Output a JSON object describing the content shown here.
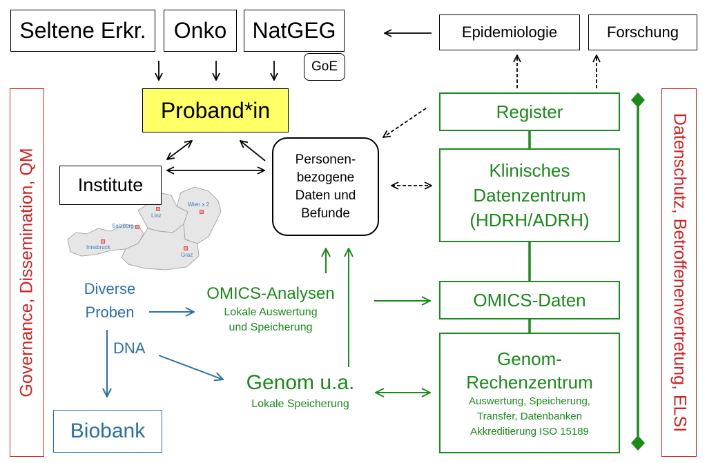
{
  "top_sources": [
    {
      "label": "Seltene Erkr."
    },
    {
      "label": "Onko"
    },
    {
      "label": "NatGEG"
    }
  ],
  "goe_badge": "GoE",
  "outputs": [
    {
      "label": "Epidemiologie"
    },
    {
      "label": "Forschung"
    }
  ],
  "proband": "Proband*in",
  "institute": "Institute",
  "personal_data": [
    "Personen-",
    "bezogene",
    "Daten und",
    "Befunde"
  ],
  "map": {
    "cities": [
      "Wien x 2",
      "Linz",
      "Salzburg",
      "Innsbruck",
      "Graz"
    ]
  },
  "samples": {
    "title_lines": [
      "Diverse",
      "Proben"
    ],
    "dna_label": "DNA",
    "biobank": "Biobank"
  },
  "omics_analysis": {
    "title": "OMICS-Analysen",
    "subtitle_lines": [
      "Lokale Auswertung",
      "und Speicherung"
    ]
  },
  "genome_local": {
    "title": "Genom u.a.",
    "subtitle": "Lokale Speicherung"
  },
  "green_column": {
    "register": "Register",
    "clinical_center": [
      "Klinisches",
      "Datenzentrum",
      "(HDRH/ADRH)"
    ],
    "omics_data": "OMICS-Daten",
    "genome_center": {
      "title_lines": [
        "Genom-",
        "Rechenzentrum"
      ],
      "detail_lines": [
        "Auswertung, Speicherung,",
        "Transfer, Datenbanken",
        "Akkreditierung ISO 15189"
      ]
    }
  },
  "side_banners": {
    "left": "Governance, Dissemination, QM",
    "right": "Datenschutz, Betroffenenvertretung, ELSI"
  },
  "colors": {
    "green": "#1a8a1a",
    "red": "#d42020",
    "blue": "#2a6fa8",
    "yellow": "#ffff66",
    "map_fill": "#e6e6e6"
  }
}
